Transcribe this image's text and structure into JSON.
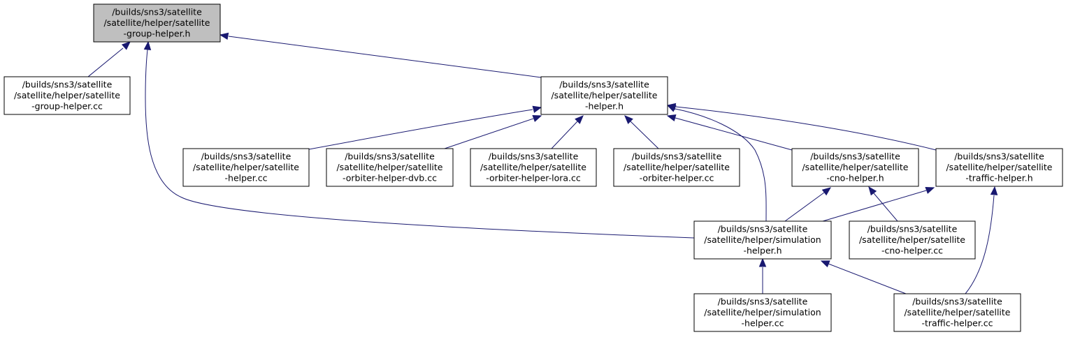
{
  "colors": {
    "highlight_fill": "#bfbfbf",
    "node_fill": "#ffffff",
    "node_border": "#000000",
    "edge": "#191970"
  },
  "nodes": [
    {
      "id": "group_h",
      "highlight": true,
      "lines": [
        "/builds/sns3/satellite",
        "/satellite/helper/satellite",
        "-group-helper.h"
      ]
    },
    {
      "id": "group_cc",
      "lines": [
        "/builds/sns3/satellite",
        "/satellite/helper/satellite",
        "-group-helper.cc"
      ]
    },
    {
      "id": "helper_h",
      "lines": [
        "/builds/sns3/satellite",
        "/satellite/helper/satellite",
        "-helper.h"
      ]
    },
    {
      "id": "helper_cc",
      "lines": [
        "/builds/sns3/satellite",
        "/satellite/helper/satellite",
        "-helper.cc"
      ]
    },
    {
      "id": "orbiter_dvb",
      "lines": [
        "/builds/sns3/satellite",
        "/satellite/helper/satellite",
        "-orbiter-helper-dvb.cc"
      ]
    },
    {
      "id": "orbiter_lora",
      "lines": [
        "/builds/sns3/satellite",
        "/satellite/helper/satellite",
        "-orbiter-helper-lora.cc"
      ]
    },
    {
      "id": "orbiter_cc",
      "lines": [
        "/builds/sns3/satellite",
        "/satellite/helper/satellite",
        "-orbiter-helper.cc"
      ]
    },
    {
      "id": "cno_h",
      "lines": [
        "/builds/sns3/satellite",
        "/satellite/helper/satellite",
        "-cno-helper.h"
      ]
    },
    {
      "id": "traffic_h",
      "lines": [
        "/builds/sns3/satellite",
        "/satellite/helper/satellite",
        "-traffic-helper.h"
      ]
    },
    {
      "id": "sim_h",
      "lines": [
        "/builds/sns3/satellite",
        "/satellite/helper/simulation",
        "-helper.h"
      ]
    },
    {
      "id": "cno_cc",
      "lines": [
        "/builds/sns3/satellite",
        "/satellite/helper/satellite",
        "-cno-helper.cc"
      ]
    },
    {
      "id": "sim_cc",
      "lines": [
        "/builds/sns3/satellite",
        "/satellite/helper/simulation",
        "-helper.cc"
      ]
    },
    {
      "id": "traffic_cc",
      "lines": [
        "/builds/sns3/satellite",
        "/satellite/helper/satellite",
        "-traffic-helper.cc"
      ]
    }
  ],
  "edges": [
    {
      "from": "group_cc",
      "to": "group_h"
    },
    {
      "from": "helper_h",
      "to": "group_h"
    },
    {
      "from": "sim_h",
      "to": "group_h"
    },
    {
      "from": "helper_cc",
      "to": "helper_h"
    },
    {
      "from": "orbiter_dvb",
      "to": "helper_h"
    },
    {
      "from": "orbiter_lora",
      "to": "helper_h"
    },
    {
      "from": "orbiter_cc",
      "to": "helper_h"
    },
    {
      "from": "cno_h",
      "to": "helper_h"
    },
    {
      "from": "traffic_h",
      "to": "helper_h"
    },
    {
      "from": "sim_h",
      "to": "helper_h"
    },
    {
      "from": "sim_h",
      "to": "cno_h"
    },
    {
      "from": "cno_cc",
      "to": "cno_h"
    },
    {
      "from": "sim_h",
      "to": "traffic_h"
    },
    {
      "from": "traffic_cc",
      "to": "traffic_h"
    },
    {
      "from": "sim_cc",
      "to": "sim_h"
    },
    {
      "from": "traffic_cc",
      "to": "sim_h"
    }
  ]
}
